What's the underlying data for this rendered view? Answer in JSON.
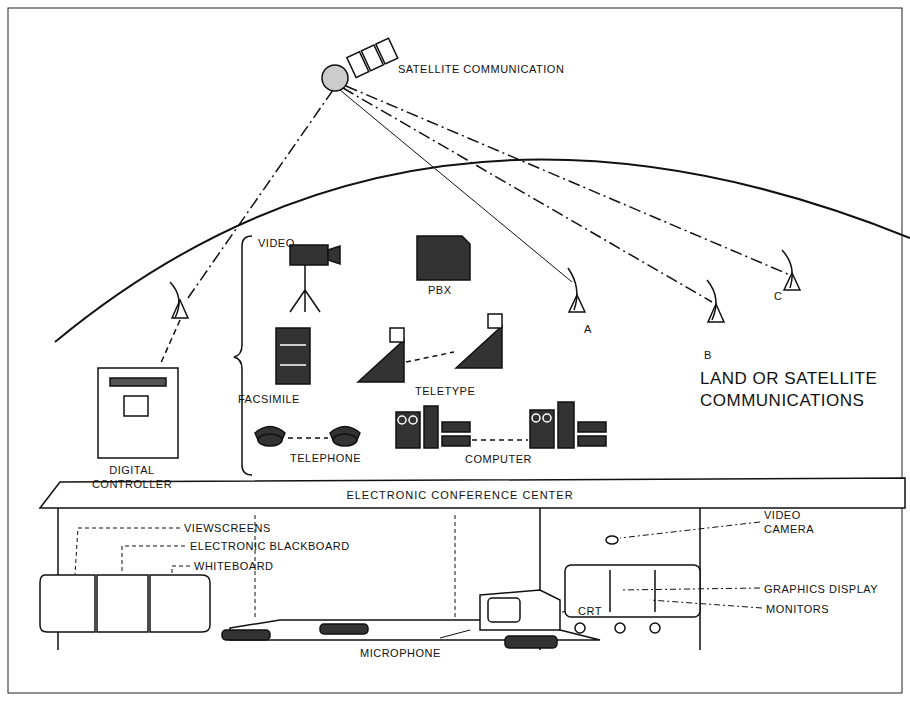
{
  "diagram": {
    "nodes": [
      {
        "text": [
          "ELECTRONIC CONFERENCE CENTER"
        ]
      }
    ],
    "labels": [
      "SATELLITE COMMUNICATION",
      "VIDEO",
      "PBX",
      "FACSIMILE",
      "TELETYPE",
      "TELEPHONE",
      "COMPUTER",
      "DIGITAL CONTROLLER",
      "A",
      "B",
      "C",
      "LAND OR SATELLITE COMMUNICATIONS",
      "VIEWSCREENS",
      "ELECTRONIC BLACKBOARD",
      "WHITEBOARD",
      "MICROPHONE",
      "CRT",
      "VIDEO CAMERA",
      "GRAPHICS DISPLAY",
      "MONITORS"
    ]
  }
}
